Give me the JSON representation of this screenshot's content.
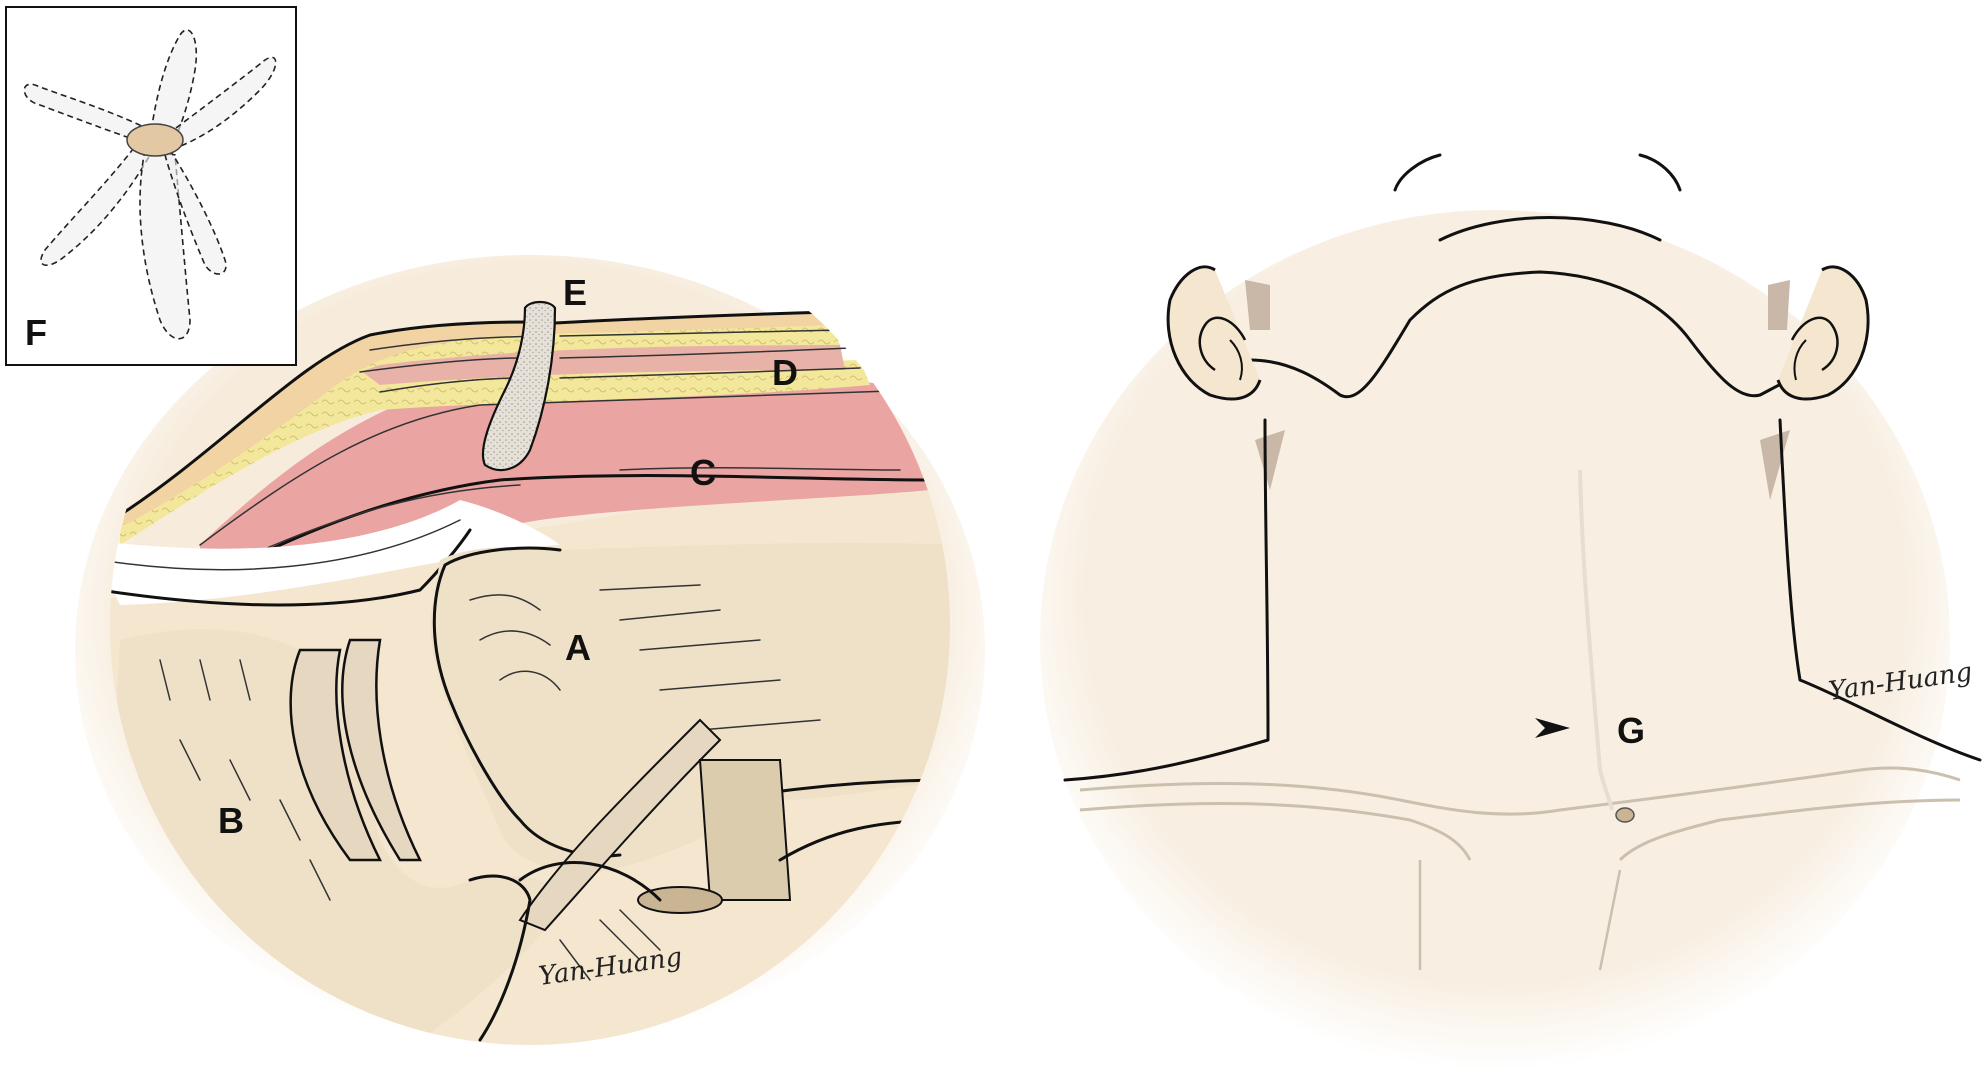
{
  "labels": {
    "a": "A",
    "b": "B",
    "c": "C",
    "d": "D",
    "e": "E",
    "f": "F",
    "g": "G"
  },
  "signatures": {
    "left": "Yan-Huang",
    "right": "Yan-Huang"
  },
  "colors": {
    "skin": "#f7ecdc",
    "bone": "#efe1c8",
    "fat": "#f2e79a",
    "muscle": "#eaa4a2",
    "dermis": "#f2d3a4",
    "sinus_tract": "#dcd6cc",
    "outline": "#111111"
  },
  "icons": {
    "arrowhead": "arrowhead-icon"
  }
}
